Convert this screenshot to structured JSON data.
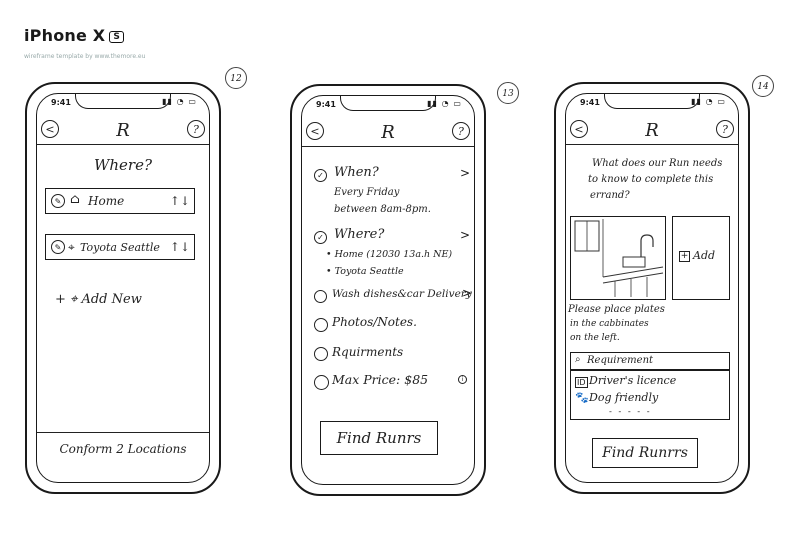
{
  "template": {
    "title": "iPhone X",
    "badge": "S",
    "subtitle": "wireframe template by www.themore.eu"
  },
  "status": {
    "time": "9:41",
    "icons": "▮▮ ◔ ▭"
  },
  "nav": {
    "back": "<",
    "logo": "R",
    "help": "?"
  },
  "screens": [
    {
      "page": "12",
      "heading": "Where?",
      "locations": [
        {
          "icon": "⌂",
          "label": "Home"
        },
        {
          "icon": "⌖",
          "label": "Toyota Seattle"
        }
      ],
      "add_label": "+ ⌖ Add New",
      "confirm_label": "Conform 2 Locations"
    },
    {
      "page": "13",
      "items": [
        {
          "label": "When?",
          "checked": true
        },
        {
          "label": "Every Friday"
        },
        {
          "label": "between 8am-8pm."
        },
        {
          "label": "Where?",
          "checked": true
        },
        {
          "label": "• Home (12030 13a.h NE)"
        },
        {
          "label": "• Toyota Seattle"
        },
        {
          "label": "Wash dishes&car Delivery"
        },
        {
          "label": "Photos/Notes."
        },
        {
          "label": "Rquirments"
        },
        {
          "label": "Max Price: $85"
        }
      ],
      "button": "Find Runrs"
    },
    {
      "page": "14",
      "question": [
        "What does our Run needs",
        "to know to complete this",
        "errand?"
      ],
      "add_label": "Add",
      "note": [
        "Please place plates",
        "in the cabbinates",
        "on the left."
      ],
      "req_search": "Requirement",
      "req_items": [
        "Driver's licence",
        "Dog friendly"
      ],
      "button": "Find Runrrs"
    }
  ]
}
